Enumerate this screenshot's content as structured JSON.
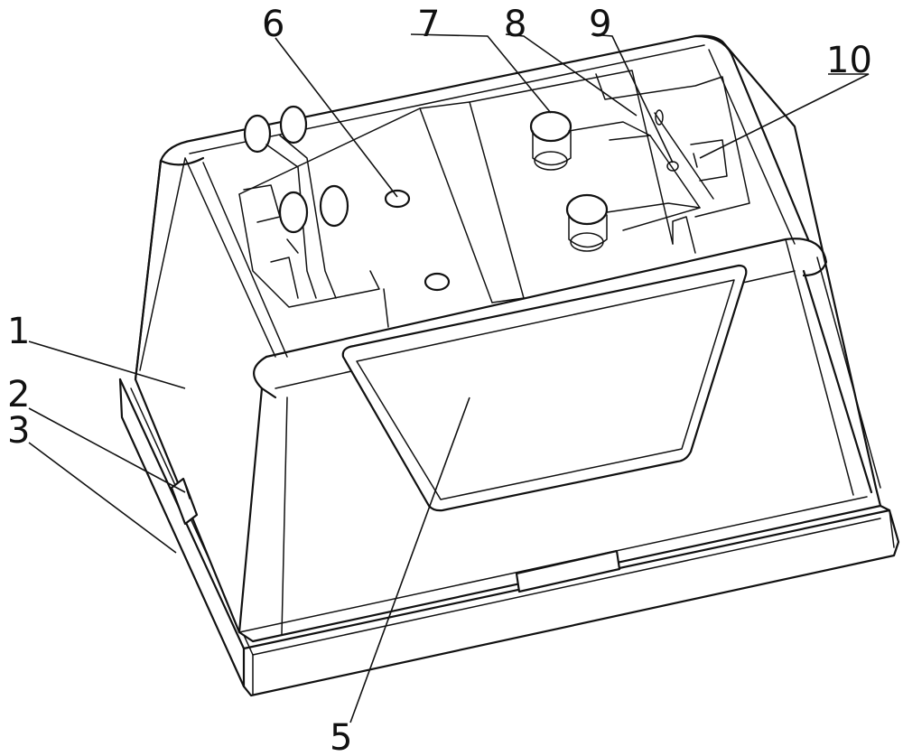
{
  "labels": {
    "l1": "1",
    "l2": "2",
    "l3": "3",
    "l5": "5",
    "l6": "6",
    "l7": "7",
    "l8": "8",
    "l9": "9",
    "l10": "10"
  },
  "colors": {
    "line": "#111111",
    "background": "#ffffff"
  }
}
